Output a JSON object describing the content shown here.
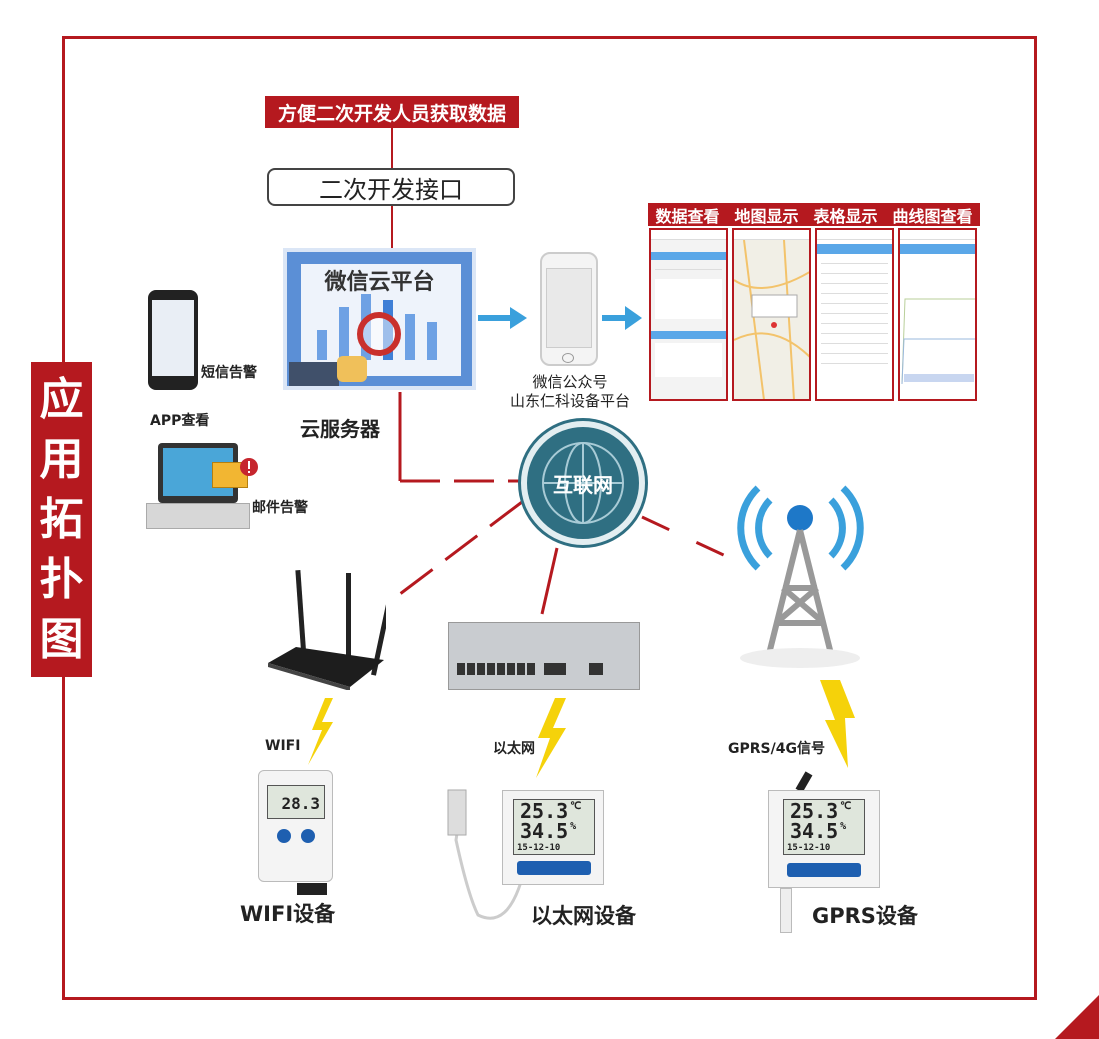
{
  "side_title": [
    "应",
    "用",
    "拓",
    "扑",
    "图"
  ],
  "top_tag": "方便二次开发人员获取数据",
  "api_box": "二次开发接口",
  "cloud": {
    "platform_title": "微信云平台",
    "caption": "云服务器"
  },
  "wechat": {
    "line1": "微信公众号",
    "line2": "山东仁科设备平台"
  },
  "view_tabs": [
    "数据查看",
    "地图显示",
    "表格显示",
    "曲线图查看"
  ],
  "alerts": {
    "sms": "短信告警",
    "app": "APP查看",
    "email": "邮件告警"
  },
  "internet": "互联网",
  "links": {
    "wifi": "WIFI",
    "ethernet": "以太网",
    "gprs": "GPRS/4G信号"
  },
  "devices": {
    "wifi": {
      "label": "WIFI设备",
      "reading": "28.3"
    },
    "ethernet": {
      "label": "以太网设备",
      "temp": "25.3",
      "temp_unit": "℃",
      "hum": "34.5",
      "hum_unit": "%",
      "date": "15-12-10"
    },
    "gprs": {
      "label": "GPRS设备",
      "temp": "25.3",
      "temp_unit": "℃",
      "hum": "34.5",
      "hum_unit": "%",
      "date": "15-12-10"
    }
  },
  "colors": {
    "red": "#b5191f",
    "teal": "#2f6f82",
    "blue": "#3aa0dc",
    "bolt": "#f5d20a"
  }
}
